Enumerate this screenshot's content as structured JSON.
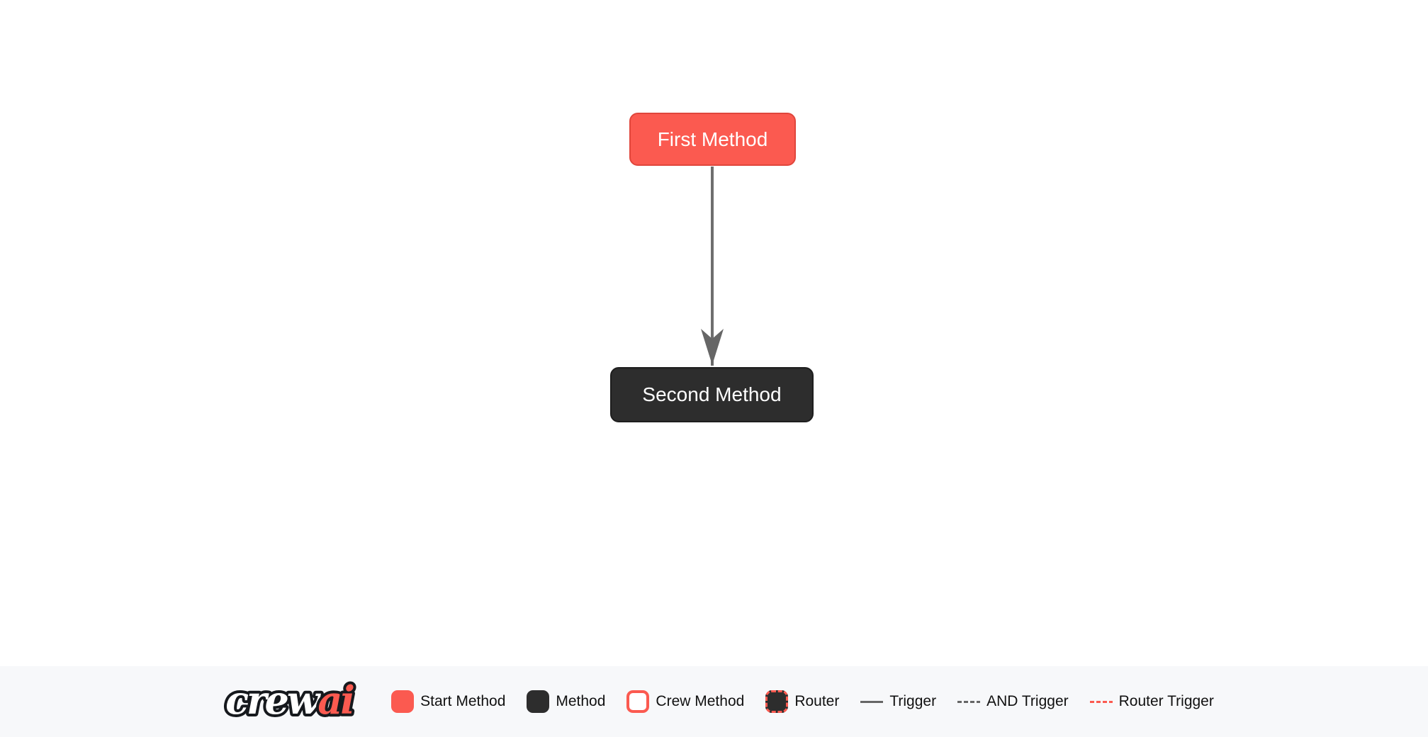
{
  "flow": {
    "nodes": [
      {
        "label": "First Method",
        "type": "start-method"
      },
      {
        "label": "Second Method",
        "type": "method"
      }
    ],
    "edges": [
      {
        "from": "First Method",
        "to": "Second Method",
        "type": "trigger"
      }
    ]
  },
  "legend": {
    "logo": {
      "word1": "crew",
      "word2": "ai"
    },
    "items": [
      {
        "label": "Start Method",
        "swatch": "start-method-swatch"
      },
      {
        "label": "Method",
        "swatch": "method-swatch"
      },
      {
        "label": "Crew Method",
        "swatch": "crew-method-swatch"
      },
      {
        "label": "Router",
        "swatch": "router-swatch"
      },
      {
        "label": "Trigger",
        "swatch": "trigger-line"
      },
      {
        "label": "AND Trigger",
        "swatch": "and-trigger-line"
      },
      {
        "label": "Router Trigger",
        "swatch": "router-trigger-line"
      }
    ]
  },
  "colors": {
    "start_method_red": "#fb5a50",
    "start_method_border": "#e0463c",
    "method_dark": "#2d2d2d",
    "trigger_gray": "#666666",
    "legend_bar_bg": "#f7f8fa",
    "canvas_bg": "#ffffff"
  }
}
